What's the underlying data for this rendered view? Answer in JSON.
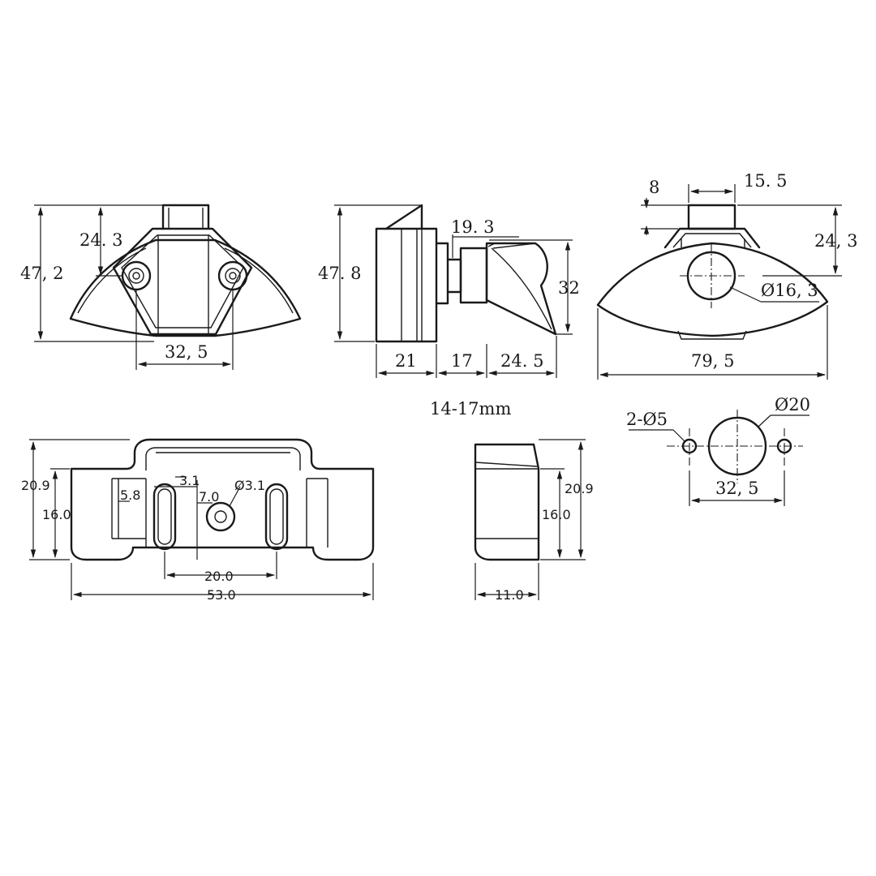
{
  "views": {
    "front_latch": {
      "height": "47, 2",
      "upper_height": "24. 3",
      "hole_spacing": "32, 5"
    },
    "side_latch": {
      "height": "47. 8",
      "boss": "19. 3",
      "head_height": "32",
      "body_depth": "21",
      "shaft_length": "17",
      "head_depth": "24. 5"
    },
    "top_latch": {
      "flange": "8",
      "neck": "15. 5",
      "height": "24, 3",
      "bore": "Ø16, 3",
      "width": "79, 5"
    },
    "panel_note": "14-17mm",
    "cutout": {
      "holes": "2-Ø5",
      "bore": "Ø20",
      "spacing": "32, 5"
    },
    "strike_front": {
      "height": "20.9",
      "inner_height": "16.0",
      "slot": "3.1",
      "offset": "5.8",
      "hole_dia": "Ø3.1",
      "hole_offset": "7.0",
      "slot_spacing": "20.0",
      "length": "53.0"
    },
    "strike_side": {
      "height": "20.9",
      "inner_height": "16.0",
      "depth": "11.0"
    }
  }
}
